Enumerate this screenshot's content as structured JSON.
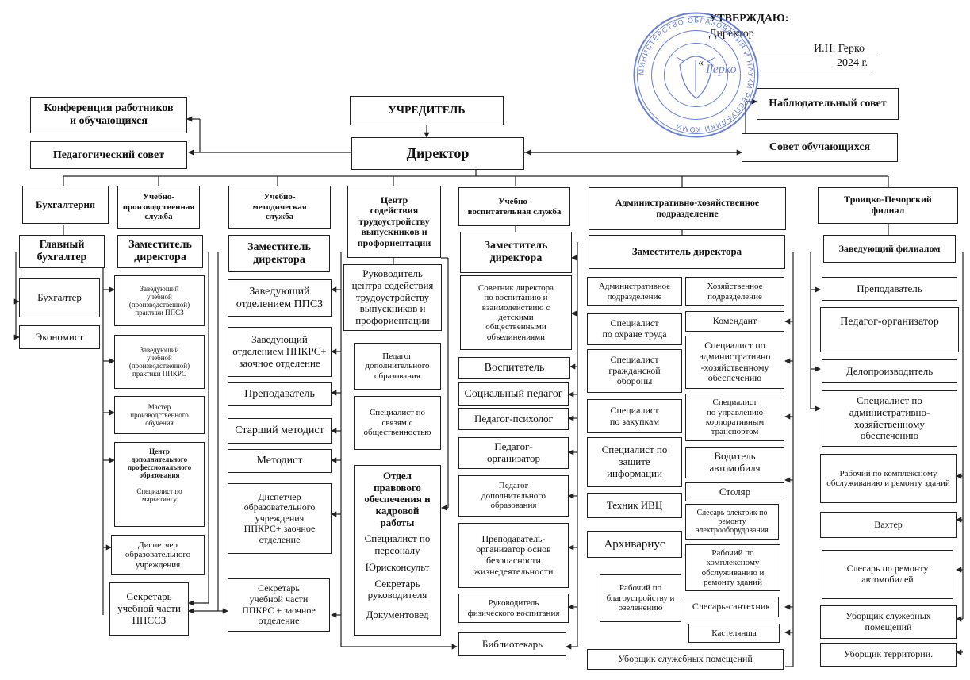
{
  "approval": {
    "title": "УТВЕРЖДАЮ:",
    "position": "Директор",
    "name": "И.Н. Герко",
    "date_prefix": "«",
    "date_suffix": "2024 г."
  },
  "top": {
    "founder": "УЧРЕДИТЕЛЬ",
    "director": "Директор",
    "conference": "Конференция работников\nи обучающихся",
    "ped_council": "Педагогический совет",
    "supervisory": "Наблюдательный совет",
    "student_council": "Совет обучающихся"
  },
  "accounting": {
    "header": "Бухгалтерия",
    "chief": "Главный\nбухгалтер",
    "accountant": "Бухгалтер",
    "economist": "Экономист"
  },
  "production": {
    "header": "Учебно-\nпроизводственная\nслужба",
    "deputy": "Заместитель\nдиректора",
    "head_ppsz": "Заведующий\nучебной\n(производственной)\nпрактики ППСЗ",
    "head_ppkrs": "Заведующий\nучебной\n(производственной)\nпрактики ППКРС",
    "master": "Мастер\nпроизводственного\nобучения",
    "cdpo_title": "Центр\nдополнительного\nпрофессионального\nобразования",
    "cdpo_marketing": "Специалист по\nмаркетингу",
    "dispatcher": "Диспетчер\nобразовательного\nучреждения",
    "secretary": "Секретарь\nучебной части\nППССЗ"
  },
  "methodical": {
    "header": "Учебно-\nметодическая\nслужба",
    "deputy": "Заместитель\nдиректора",
    "head_ppsz": "Заведующий\nотделением ППСЗ",
    "head_ppkrs": "Заведующий\nотделением ППКРС+\nзаочное отделение",
    "teacher": "Преподаватель",
    "senior_methodist": "Старший методист",
    "methodist": "Методист",
    "dispatcher": "Диспетчер\nобразовательного\nучреждения\nППКРС+ заочное\nотделение",
    "secretary": "Секретарь\nучебной части\nППКРС + заочное\nотделение"
  },
  "employment": {
    "header": "Центр\nсодействия\nтрудоустройству\nвыпускников и\nпрофориентации",
    "head": "Руководитель\nцентра содействия\nтрудоустройству\nвыпускников и\nпрофориентации",
    "ped_dop": "Педагог\nдополнительного\nобразования",
    "public_relations": "Специалист по\nсвязям с\nобщественностью",
    "legal_title": "Отдел\nправового\nобеспечения и\nкадровой\nработы",
    "legal_personnel": "Специалист по\nперсоналу",
    "legal_counsel": "Юрисконсульт",
    "legal_secretary": "Секретарь\nруководителя",
    "legal_docs": "Документовед"
  },
  "upbringing": {
    "header": "Учебно-\nвоспитательная служба",
    "deputy": "Заместитель\nдиректора",
    "advisor": "Советник директора\nпо воспитанию и\nвзаимодействию с\nдетскими\nобщественными\nобъединениями",
    "educator": "Воспитатель",
    "social_ped": "Социальный педагог",
    "psychologist": "Педагог-психолог",
    "organizer": "Педагог-\nорганизатор",
    "ped_dop": "Педагог\nдополнительного\nобразования",
    "obzh_teacher": "Преподаватель-\nорганизатор основ\nбезопасности\nжизнедеятельности",
    "pe_head": "Руководитель\nфизического воспитания",
    "librarian": "Библиотекарь"
  },
  "admin": {
    "header": "Административно-хозяйственное\nподразделение",
    "deputy": "Заместитель директора",
    "admin_unit": "Административное\nподразделение",
    "labor_safety": "Специалист\nпо охране труда",
    "civil_defense": "Специалист\nгражданской\nобороны",
    "procurement": "Специалист\nпо закупкам",
    "info_security": "Специалист по\nзащите\nинформации",
    "ivc_tech": "Техник ИВЦ",
    "archivist": "Архивариус",
    "landscaping": "Рабочий по\nблагоустройству и\nозеленению",
    "cleaner": "Уборщик служебных помещений",
    "household_unit": "Хозяйственное\nподразделение",
    "commandant": "Комендант",
    "ahs_specialist": "Специалист по\nадминистративно\n-хозяйственному\nобеспечению",
    "transport": "Специалист\nпо управлению\nкорпоративным\nтранспортом",
    "driver": "Водитель\nавтомобиля",
    "carpenter": "Столяр",
    "electrician": "Слесарь-электрик по\nремонту\nэлектрооборудования",
    "maintenance": "Рабочий по\nкомплексному\nобслуживанию и\nремонту зданий",
    "plumber": "Слесарь-сантехник",
    "linen": "Кастелянша"
  },
  "branch": {
    "header": "Троицко-Печорский\nфилиал",
    "head": "Заведующий филиалом",
    "teacher": "Преподаватель",
    "organizer": "Педагог-организатор",
    "clerk": "Делопроизводитель",
    "ahs_specialist": "Специалист по\nадминистративно-\nхозяйственному\nобеспечению",
    "maintenance": "Рабочий по комплексному\nобслуживанию и ремонту зданий",
    "watchman": "Вахтер",
    "car_mechanic": "Слесарь по ремонту\nавтомобилей",
    "office_cleaner": "Уборщик служебных\nпомещений",
    "yard_cleaner": "Уборщик территории."
  },
  "stamp": {
    "ring_text": "МИНИСТЕРСТВО ОБРАЗОВАНИЯ И НАУКИ РЕСПУБЛИКИ КОМИ",
    "signature": "Герко"
  }
}
